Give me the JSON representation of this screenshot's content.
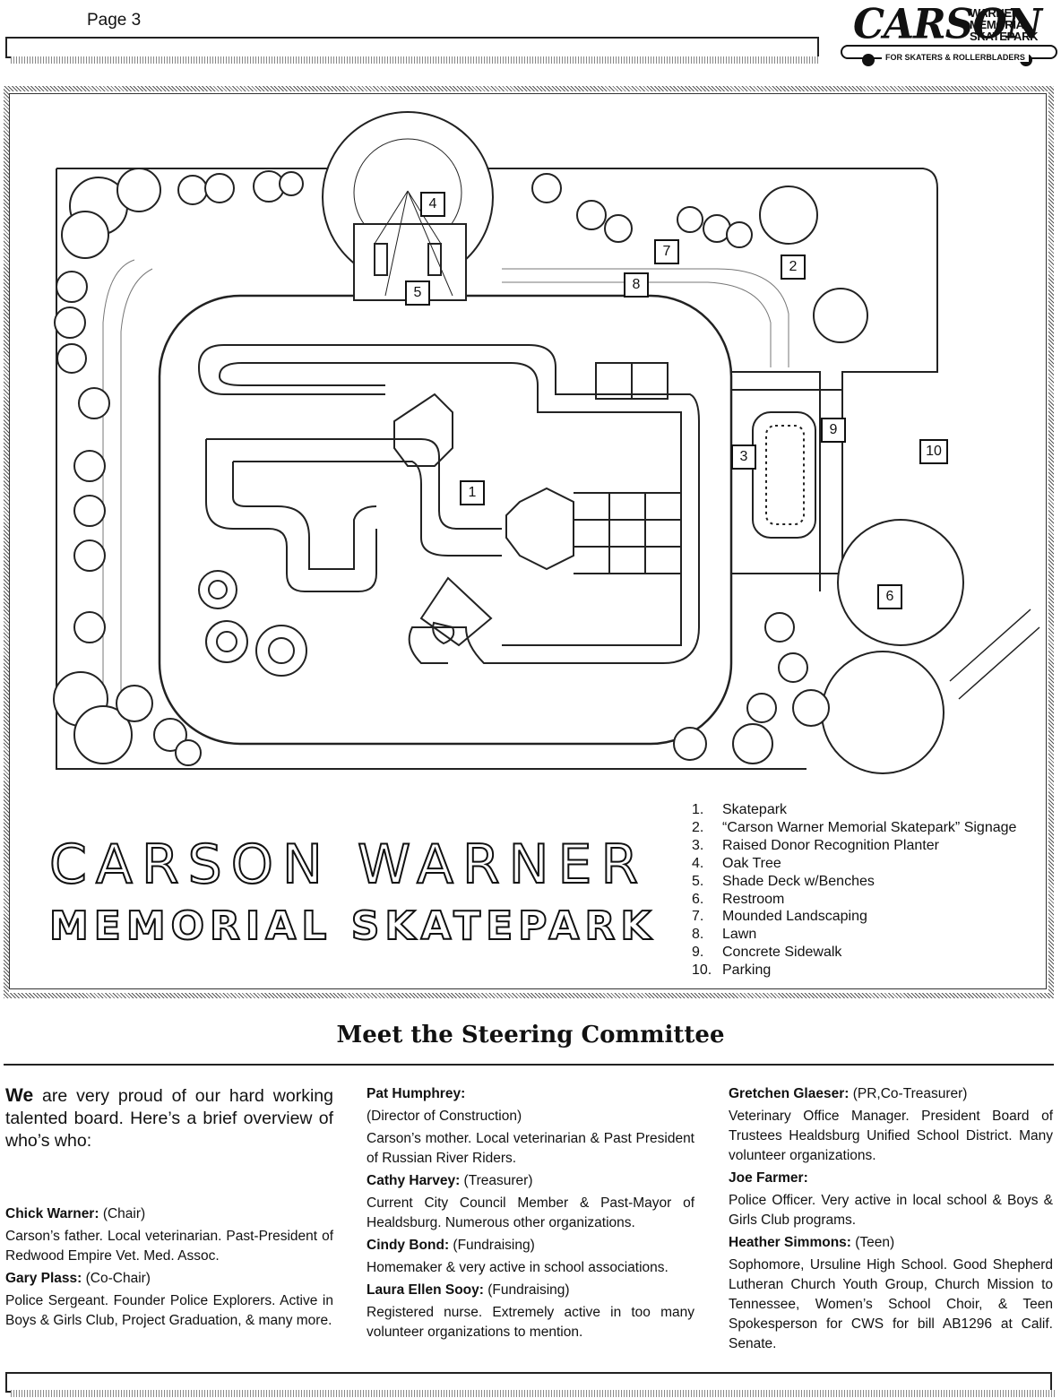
{
  "header": {
    "page_label": "Page 3",
    "logo": {
      "carson": "CARSON",
      "line1": "WARNER",
      "line2": "MEMORIAL",
      "line3": "SKATEPARK",
      "tagline": "FOR SKATERS & ROLLERBLADERS"
    }
  },
  "site_plan": {
    "numbers": [
      "1",
      "2",
      "3",
      "4",
      "5",
      "6",
      "7",
      "8",
      "9",
      "10"
    ],
    "title_line1": "CARSON WARNER",
    "title_line2": "MEMORIAL SKATEPARK",
    "legend": [
      {
        "num": "1.",
        "label": "Skatepark"
      },
      {
        "num": "2.",
        "label": "“Carson Warner Memorial Skatepark” Signage"
      },
      {
        "num": "3.",
        "label": "Raised Donor Recognition Planter"
      },
      {
        "num": "4.",
        "label": "Oak Tree"
      },
      {
        "num": "5.",
        "label": "Shade Deck w/Benches"
      },
      {
        "num": "6.",
        "label": "Restroom"
      },
      {
        "num": "7.",
        "label": "Mounded Landscaping"
      },
      {
        "num": "8.",
        "label": "Lawn"
      },
      {
        "num": "9.",
        "label": "Concrete Sidewalk"
      },
      {
        "num": "10.",
        "label": "Parking"
      }
    ]
  },
  "committee": {
    "title": "Meet the Steering Committee",
    "intro_first": "We",
    "intro_rest": " are very proud of our hard working talented board. Here’s a brief overview of who’s who:",
    "col1": [
      {
        "name": "Chick Warner:",
        "role": " (Chair)",
        "desc": "Carson’s father. Local veterinarian. Past-President of Redwood Empire Vet. Med. Assoc."
      },
      {
        "name": "Gary Plass:",
        "role": " (Co-Chair)",
        "desc": "Police Sergeant. Founder Police Explorers. Active in Boys & Girls Club, Project Graduation, & many more."
      }
    ],
    "col2": [
      {
        "name": "Pat Humphrey:",
        "role": "(Director of Construction)",
        "desc": "Carson’s mother. Local veterinarian & Past President of Russian River Riders."
      },
      {
        "name": "Cathy Harvey:",
        "role": " (Treasurer)",
        "desc": "Current City Council Member & Past-Mayor of Healdsburg. Numerous other organizations."
      },
      {
        "name": "Cindy Bond:",
        "role": " (Fundraising)",
        "desc": "Homemaker & very active in school associations."
      },
      {
        "name": "Laura Ellen Sooy:",
        "role": " (Fundraising)",
        "desc": "Registered nurse. Extremely active in too many volunteer organizations to mention."
      }
    ],
    "col3": [
      {
        "name": "Gretchen Glaeser:",
        "role": " (PR,Co-Treasurer)",
        "desc": "Veterinary Office Manager. President Board of Trustees Healdsburg Unified School District. Many volunteer organizations."
      },
      {
        "name": "Joe Farmer:",
        "role": "",
        "desc": "Police Officer. Very active in local school & Boys & Girls Club programs."
      },
      {
        "name": "Heather Simmons:",
        "role": " (Teen)",
        "desc": "Sophomore, Ursuline High School. Good Shepherd Lutheran Church Youth Group, Church Mission to Tennessee, Women’s School Choir, & Teen Spokesperson for CWS for bill AB1296 at Calif. Senate."
      }
    ]
  }
}
